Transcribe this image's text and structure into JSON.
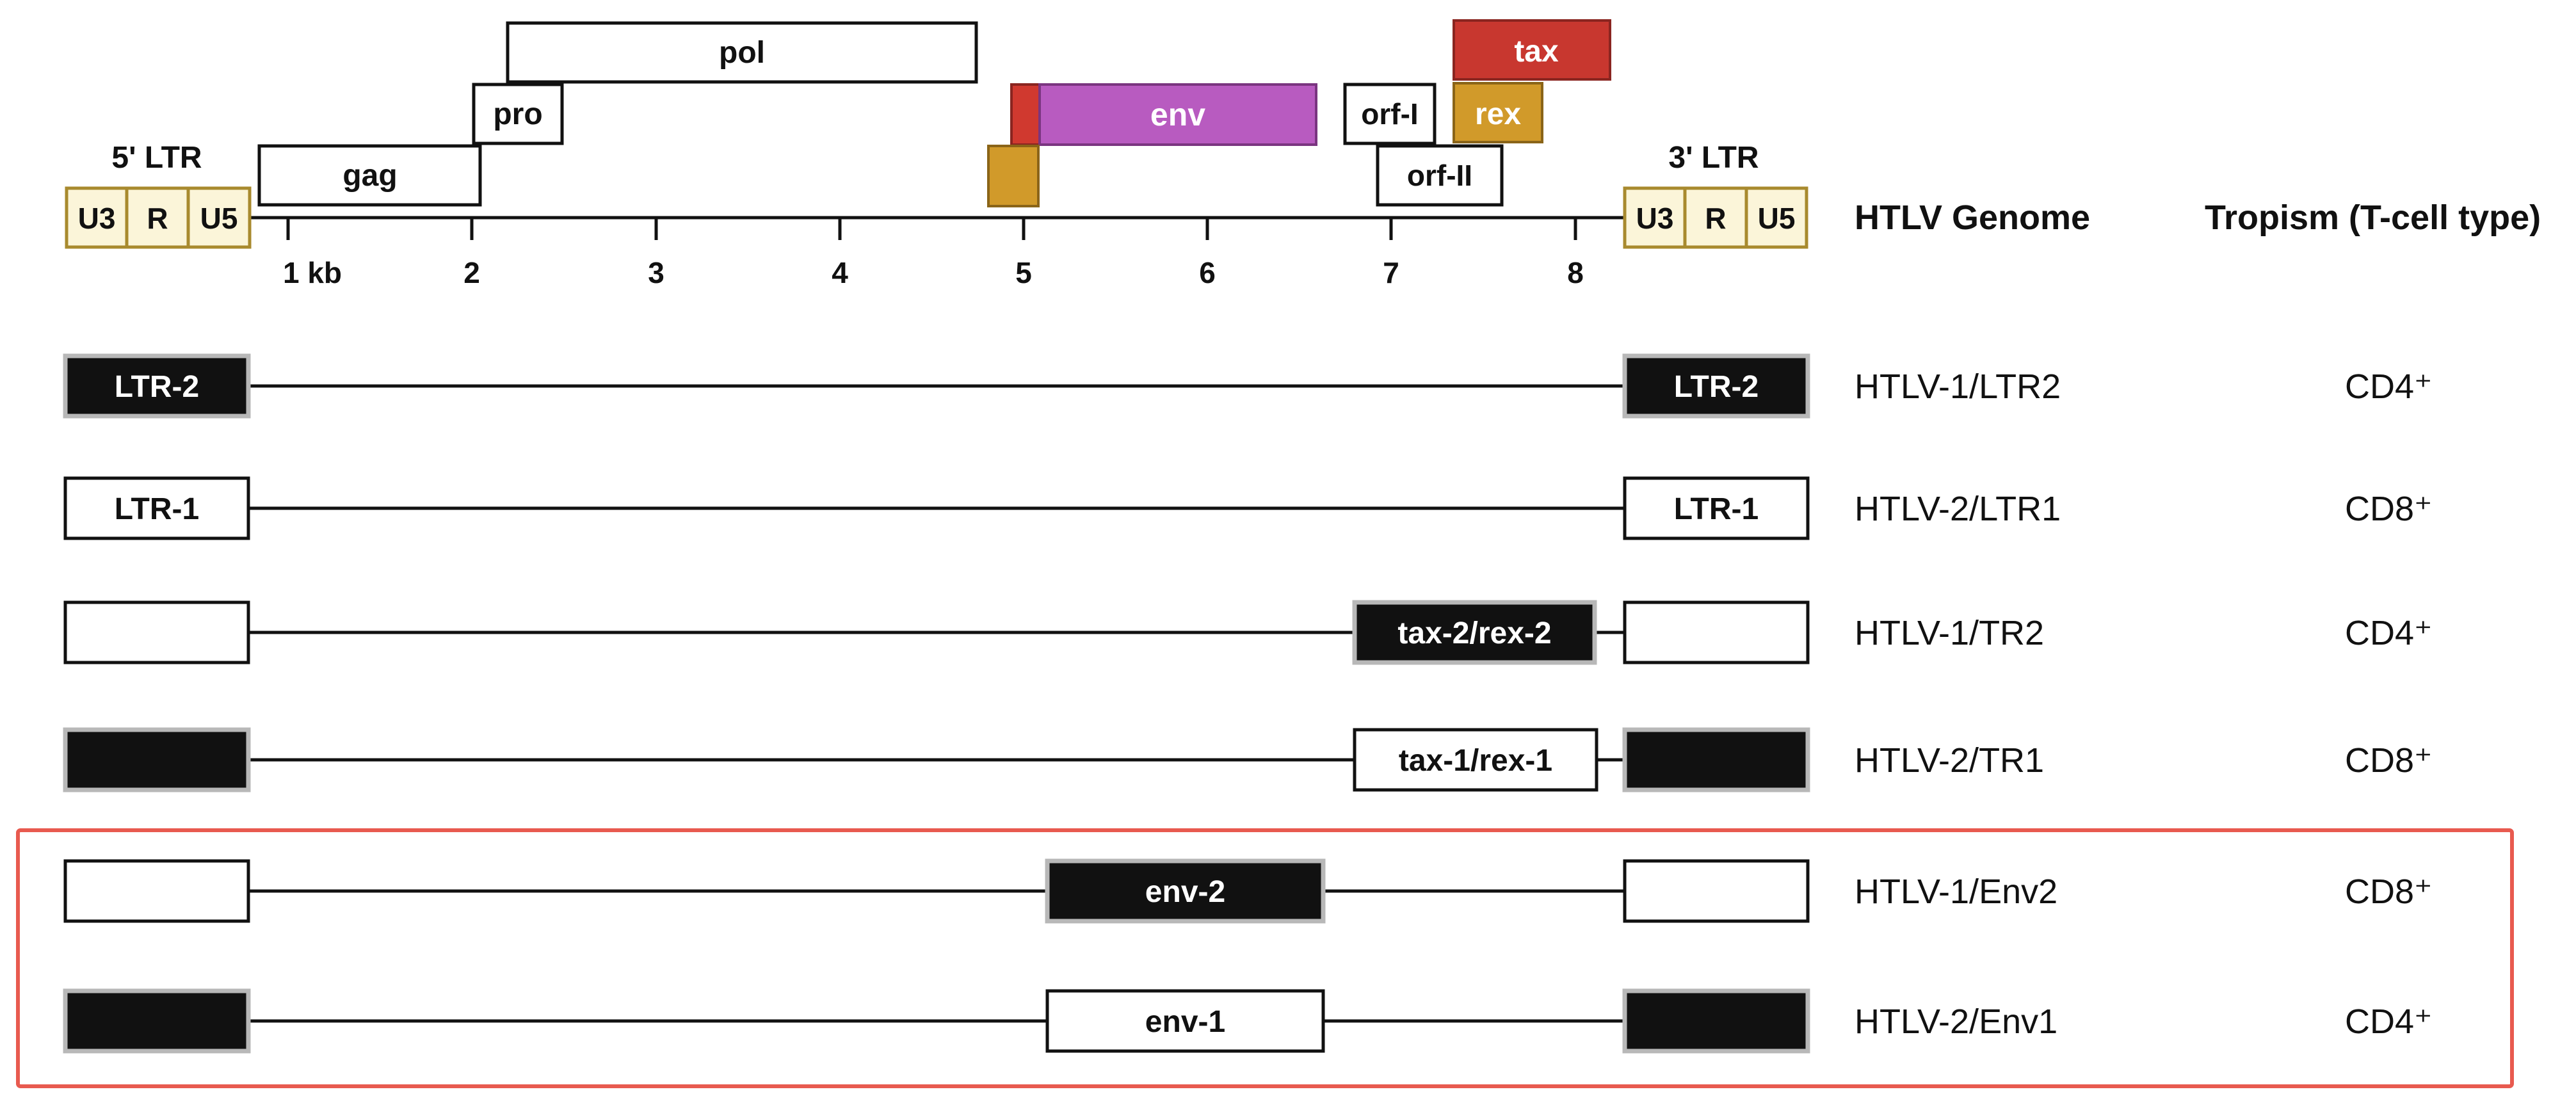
{
  "colors": {
    "ltr_fill": "#fbf5d9",
    "ltr_stroke": "#a88a2e",
    "tax": "#c8372f",
    "rex": "#d19a2a",
    "env": "#b85bc0",
    "env_red": "#d0392f",
    "black": "#111111",
    "highlight": "#e85a4f",
    "gray_border": "#b8b8b8"
  },
  "genome": {
    "ltr5_label": "5' LTR",
    "ltr3_label": "3' LTR",
    "ltr_parts": [
      "U3",
      "R",
      "U5"
    ],
    "ticks": [
      "1 kb",
      "2",
      "3",
      "4",
      "5",
      "6",
      "7",
      "8"
    ],
    "genes": {
      "gag": "gag",
      "pro": "pro",
      "pol": "pol",
      "env": "env",
      "orf1": "orf-I",
      "orf2": "orf-II",
      "tax": "tax",
      "rex": "rex"
    },
    "label": "HTLV Genome",
    "tropism_header": "Tropism (T-cell type)"
  },
  "rows": [
    {
      "name": "HTLV-1/LTR2",
      "tropism": "CD4⁺",
      "ltr_text": "LTR-2",
      "ltr_style": "black",
      "insert": null
    },
    {
      "name": "HTLV-2/LTR1",
      "tropism": "CD8⁺",
      "ltr_text": "LTR-1",
      "ltr_style": "white",
      "insert": null
    },
    {
      "name": "HTLV-1/TR2",
      "tropism": "CD4⁺",
      "ltr_text": "",
      "ltr_style": "white",
      "insert": {
        "text": "tax-2/rex-2",
        "style": "black"
      }
    },
    {
      "name": "HTLV-2/TR1",
      "tropism": "CD8⁺",
      "ltr_text": "",
      "ltr_style": "black",
      "insert": {
        "text": "tax-1/rex-1",
        "style": "white"
      }
    },
    {
      "name": "HTLV-1/Env2",
      "tropism": "CD8⁺",
      "ltr_text": "",
      "ltr_style": "white",
      "insert": {
        "text": "env-2",
        "style": "black"
      }
    },
    {
      "name": "HTLV-2/Env1",
      "tropism": "CD4⁺",
      "ltr_text": "",
      "ltr_style": "black",
      "insert": {
        "text": "env-1",
        "style": "white"
      }
    }
  ]
}
